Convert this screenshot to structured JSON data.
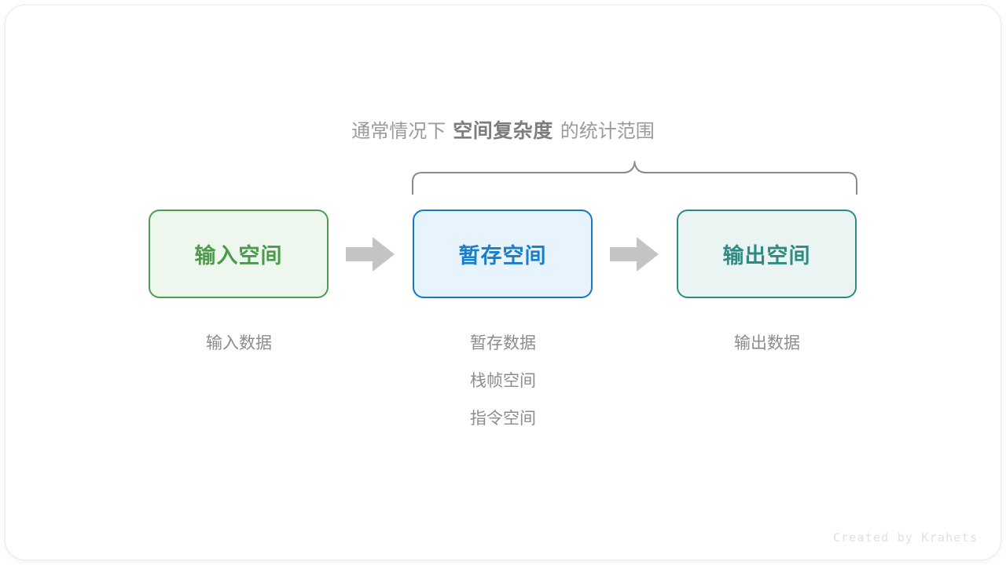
{
  "header": {
    "prefix": "通常情况下",
    "emphasis": "空间复杂度",
    "suffix": "的统计范围"
  },
  "boxes": [
    {
      "label": "输入空间",
      "color": "#4d9a4d",
      "border": "#4f9b4f",
      "fill": "#eef7ee"
    },
    {
      "label": "暂存空间",
      "color": "#1b7ec9",
      "border": "#1877c9",
      "fill": "#e8f4fd"
    },
    {
      "label": "输出空间",
      "color": "#2f8a84",
      "border": "#2f8a84",
      "fill": "#eaf5f3"
    }
  ],
  "captions": {
    "input": [
      "输入数据"
    ],
    "temp": [
      "暂存数据",
      "栈帧空间",
      "指令空间"
    ],
    "output": [
      "输出数据"
    ]
  },
  "caption_lines": {
    "input_1": "输入数据",
    "temp_1": "暂存数据",
    "temp_2": "栈帧空间",
    "temp_3": "指令空间",
    "output_1": "输出数据"
  },
  "arrows": {
    "arrow_1_name": "flow-arrow-input-to-temp",
    "arrow_2_name": "flow-arrow-temp-to-output",
    "color": "#c4c4c4"
  },
  "brace": {
    "color": "#8a8a8a",
    "spans_boxes": [
      "暂存空间",
      "输出空间"
    ]
  },
  "footer": {
    "credit": "Created by Krahets"
  }
}
